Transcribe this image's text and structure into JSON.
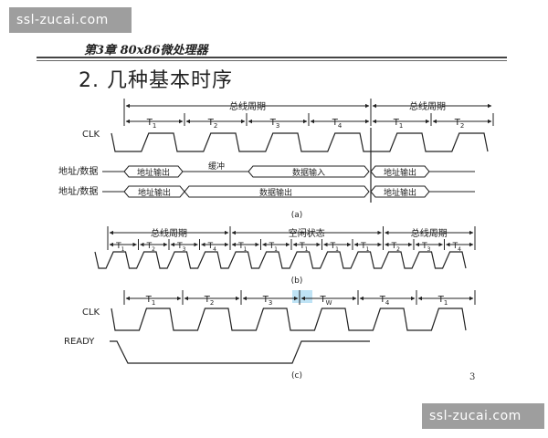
{
  "watermark": {
    "top": "ssl-zucai.com",
    "bottom": "ssl-zucai.com"
  },
  "header": {
    "chapter": "第3章 80x86微处理器",
    "section_title": "2. 几种基本时序"
  },
  "page_number": "3",
  "diagram_a": {
    "caption": "(a)",
    "bus_cycle_label": "总线周期",
    "clk_label": "CLK",
    "t_states": [
      {
        "base": "T",
        "sub": "1"
      },
      {
        "base": "T",
        "sub": "2"
      },
      {
        "base": "T",
        "sub": "3"
      },
      {
        "base": "T",
        "sub": "4"
      },
      {
        "base": "T",
        "sub": "1"
      },
      {
        "base": "T",
        "sub": "2"
      }
    ],
    "row1_label": "地址/数据",
    "row2_label": "地址/数据",
    "buffer_label": "缓冲",
    "row1_segments": [
      "地址输出",
      "数据输入",
      "地址输出"
    ],
    "row2_segments": [
      "地址输出",
      "数据输出",
      "地址输出"
    ]
  },
  "diagram_b": {
    "caption": "(b)",
    "bus_cycle_label_1": "总线周期",
    "idle_label": "空闲状态",
    "bus_cycle_label_2": "总线周期",
    "t_states": [
      {
        "base": "T",
        "sub": "1"
      },
      {
        "base": "T",
        "sub": "2"
      },
      {
        "base": "T",
        "sub": "3"
      },
      {
        "base": "T",
        "sub": "4"
      },
      {
        "base": "T",
        "sub": "1"
      },
      {
        "base": "T",
        "sub": "1"
      },
      {
        "base": "T",
        "sub": "1"
      },
      {
        "base": "T",
        "sub": "1"
      },
      {
        "base": "T",
        "sub": "1"
      },
      {
        "base": "T",
        "sub": "2"
      },
      {
        "base": "T",
        "sub": "3"
      },
      {
        "base": "T",
        "sub": "4"
      }
    ]
  },
  "diagram_c": {
    "caption": "(c)",
    "clk_label": "CLK",
    "ready_label": "READY",
    "t_states": [
      {
        "base": "T",
        "sub": "1"
      },
      {
        "base": "T",
        "sub": "2"
      },
      {
        "base": "T",
        "sub": "3"
      },
      {
        "base": "T",
        "sub": "W"
      },
      {
        "base": "T",
        "sub": "4"
      },
      {
        "base": "T",
        "sub": "1"
      }
    ],
    "highlight_color": "#bfe3f5"
  }
}
